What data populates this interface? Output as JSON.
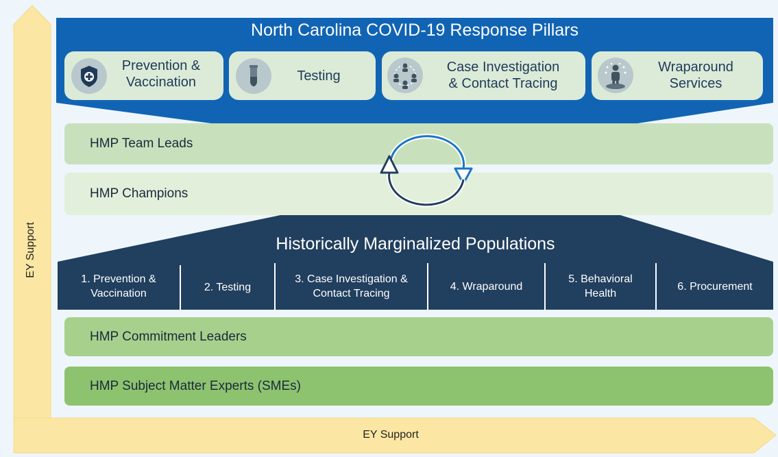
{
  "top_banner": {
    "title": "North Carolina COVID-19 Response Pillars",
    "pillars": [
      {
        "label": "Prevention &\nVaccination",
        "icon": "shield-plus-icon"
      },
      {
        "label": "Testing",
        "icon": "test-tube-icon"
      },
      {
        "label": "Case Investigation\n& Contact Tracing",
        "icon": "people-network-icon"
      },
      {
        "label": "Wraparound\nServices",
        "icon": "person-support-icon"
      }
    ]
  },
  "middle_bands": {
    "team_leads": "HMP Team Leads",
    "champions": "HMP Champions",
    "cycle_icon": "cycle-arrows-icon"
  },
  "bottom_banner": {
    "title": "Historically Marginalized Populations",
    "tabs": [
      "1. Prevention &\nVaccination",
      "2. Testing",
      "3. Case Investigation &\nContact Tracing",
      "4. Wraparound",
      "5. Behavioral\nHealth",
      "6. Procurement"
    ]
  },
  "lower_bands": {
    "commitment_leaders": "HMP Commitment Leaders",
    "smes": "HMP Subject Matter Experts (SMEs)"
  },
  "axes": {
    "vertical_label": "EY Support",
    "horizontal_label": "EY Support"
  },
  "colors": {
    "banner_blue": "#1164b4",
    "navy": "#213f5e",
    "pill_fill": "#dcebd8",
    "band_light": "#e2efdb",
    "band_mid": "#c9e0bd",
    "band_green1": "#a8d08d",
    "band_green2": "#8dc36f",
    "arrow_yellow": "#fbe7a3"
  }
}
